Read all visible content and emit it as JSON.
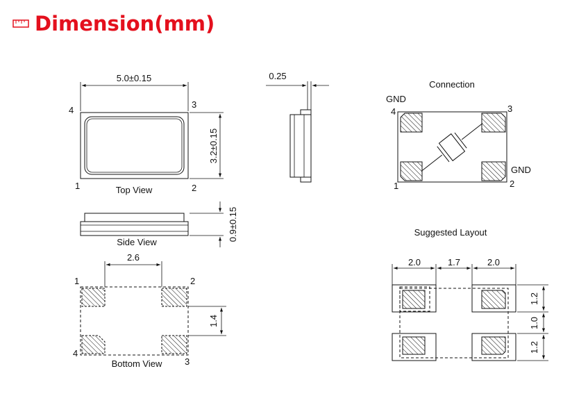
{
  "header": {
    "title": "Dimension(mm)",
    "accent_color": "#e4101d",
    "icon": "ruler-icon"
  },
  "top_view": {
    "caption": "Top View",
    "width_dim": "5.0±0.15",
    "height_dim": "3.2±0.15",
    "pins": [
      "1",
      "2",
      "3",
      "4"
    ]
  },
  "edge_view": {
    "dim": "0.25"
  },
  "side_view": {
    "caption": "Side View",
    "height_dim": "0.9±0.15"
  },
  "bottom_view": {
    "caption": "Bottom View",
    "pitch_dim": "2.6",
    "pad_dim": "1.4",
    "pins": [
      "1",
      "2",
      "3",
      "4"
    ]
  },
  "connection": {
    "title": "Connection",
    "gnd_label_top": "GND",
    "gnd_label_right": "GND",
    "pins": [
      "1",
      "2",
      "3",
      "4"
    ]
  },
  "layout": {
    "title": "Suggested Layout",
    "widths": [
      "2.0",
      "1.7",
      "2.0"
    ],
    "heights": [
      "1.2",
      "1.0",
      "1.2"
    ]
  }
}
